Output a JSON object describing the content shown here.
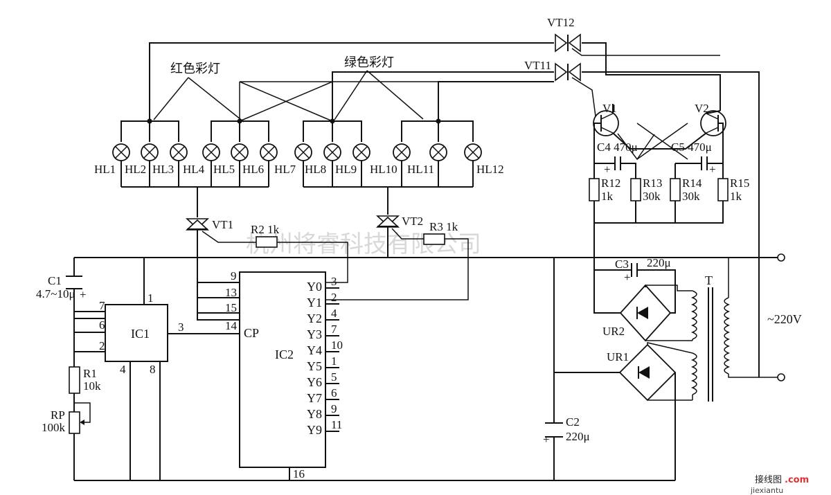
{
  "annotations": {
    "red_lamps": "红色彩灯",
    "green_lamps": "绿色彩灯",
    "watermark": "杭州将睿科技有限公司",
    "ac_voltage": "~220V",
    "logo_text": "接线图",
    "logo_domain": ".com",
    "logo_sub": "jiexiantu"
  },
  "lamps": [
    "HL1",
    "HL2",
    "HL3",
    "HL4",
    "HL5",
    "HL6",
    "HL7",
    "HL8",
    "HL9",
    "HL10",
    "HL11",
    "HL12"
  ],
  "thyristors": {
    "vt1": "VT1",
    "vt2": "VT2",
    "vt11": "VT11",
    "vt12": "VT12"
  },
  "transistors": {
    "v1": "V1",
    "v2": "V2"
  },
  "resistors": {
    "r1_name": "R1",
    "r1_val": "10k",
    "rp_name": "RP",
    "rp_val": "100k",
    "r2": "R2 1k",
    "r3": "R3 1k",
    "r12_name": "R12",
    "r12_val": "1k",
    "r13_name": "R13",
    "r13_val": "30k",
    "r14_name": "R14",
    "r14_val": "30k",
    "r15_name": "R15",
    "r15_val": "1k"
  },
  "capacitors": {
    "c1_name": "C1",
    "c1_val": "4.7~10μ",
    "c2_name": "C2",
    "c2_val": "220μ",
    "c3": "C3",
    "c3_val": "220μ",
    "c4": "C4 470μ",
    "c5": "C5 470μ"
  },
  "rectifiers": {
    "ur1": "UR1",
    "ur2": "UR2"
  },
  "transformer": "T",
  "ic1": {
    "name": "IC1",
    "pins": [
      "1",
      "2",
      "3",
      "4",
      "6",
      "7",
      "8"
    ]
  },
  "ic2": {
    "name": "IC2",
    "left_pins": [
      "9",
      "13",
      "15",
      "14"
    ],
    "cp": "CP",
    "outputs": [
      "Y0",
      "Y1",
      "Y2",
      "Y3",
      "Y4",
      "Y5",
      "Y6",
      "Y7",
      "Y8",
      "Y9"
    ],
    "output_pins": [
      "3",
      "2",
      "4",
      "7",
      "10",
      "1",
      "5",
      "6",
      "9",
      "11"
    ],
    "bottom_pin": "16"
  }
}
